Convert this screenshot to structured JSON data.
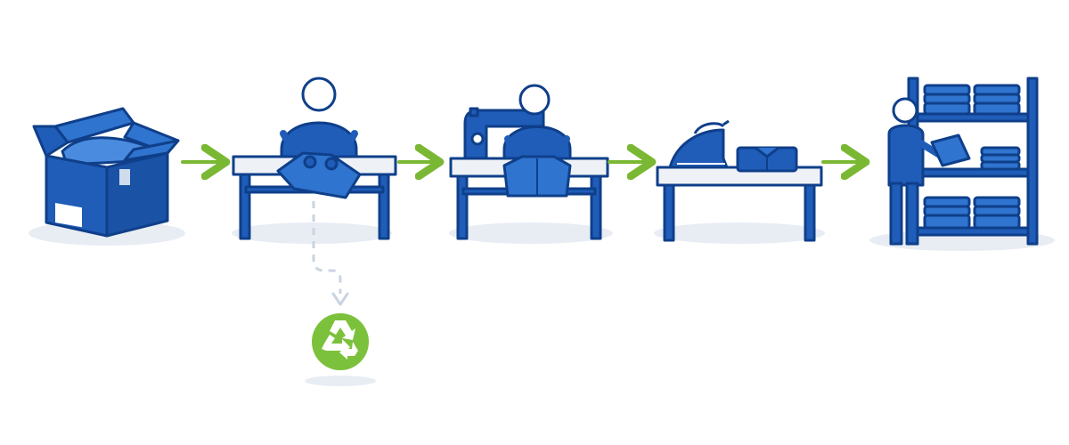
{
  "diagram": {
    "flow": "left-to-right",
    "steps": [
      {
        "id": "intake",
        "icon": "open-box-icon"
      },
      {
        "id": "sorting",
        "icon": "worker-sorting-icon"
      },
      {
        "id": "repair",
        "icon": "sewing-machine-icon"
      },
      {
        "id": "pressing",
        "icon": "iron-icon"
      },
      {
        "id": "storage",
        "icon": "shelving-icon"
      }
    ],
    "branch": {
      "from": "sorting",
      "to": "recycle",
      "icon": "recycle-icon",
      "style": "dashed"
    }
  },
  "colors": {
    "primary": "#1f5db8",
    "primary_dark": "#0f3f8a",
    "light_blue": "#2f74cf",
    "arrow_green": "#7ab834",
    "recycle_green": "#7cc13c",
    "shadow": "#e6ecf3",
    "dashed": "#c9d4e2"
  }
}
